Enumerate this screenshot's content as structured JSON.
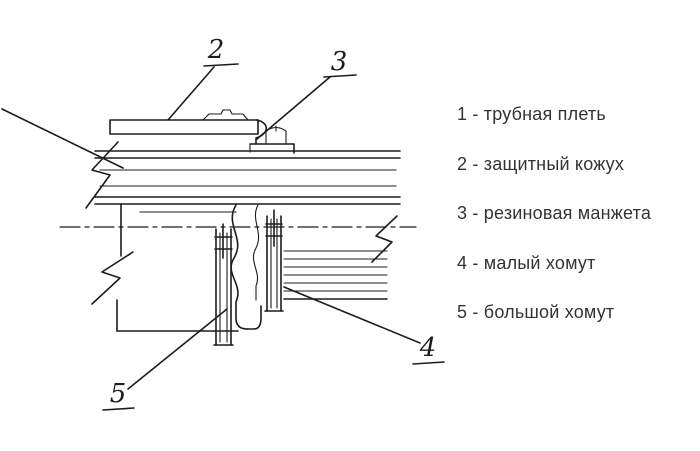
{
  "figure": {
    "callouts": {
      "c2": "2",
      "c3": "3",
      "c4": "4",
      "c5": "5"
    }
  },
  "legend": {
    "items": [
      "1 - трубная плеть",
      "2 - защитный кожух",
      "3 - резиновая манжета",
      "4 - малый хомут",
      "5 - большой хомут"
    ]
  },
  "colors": {
    "ink": "#1c1c1c",
    "text": "#333333",
    "background": "#ffffff"
  }
}
